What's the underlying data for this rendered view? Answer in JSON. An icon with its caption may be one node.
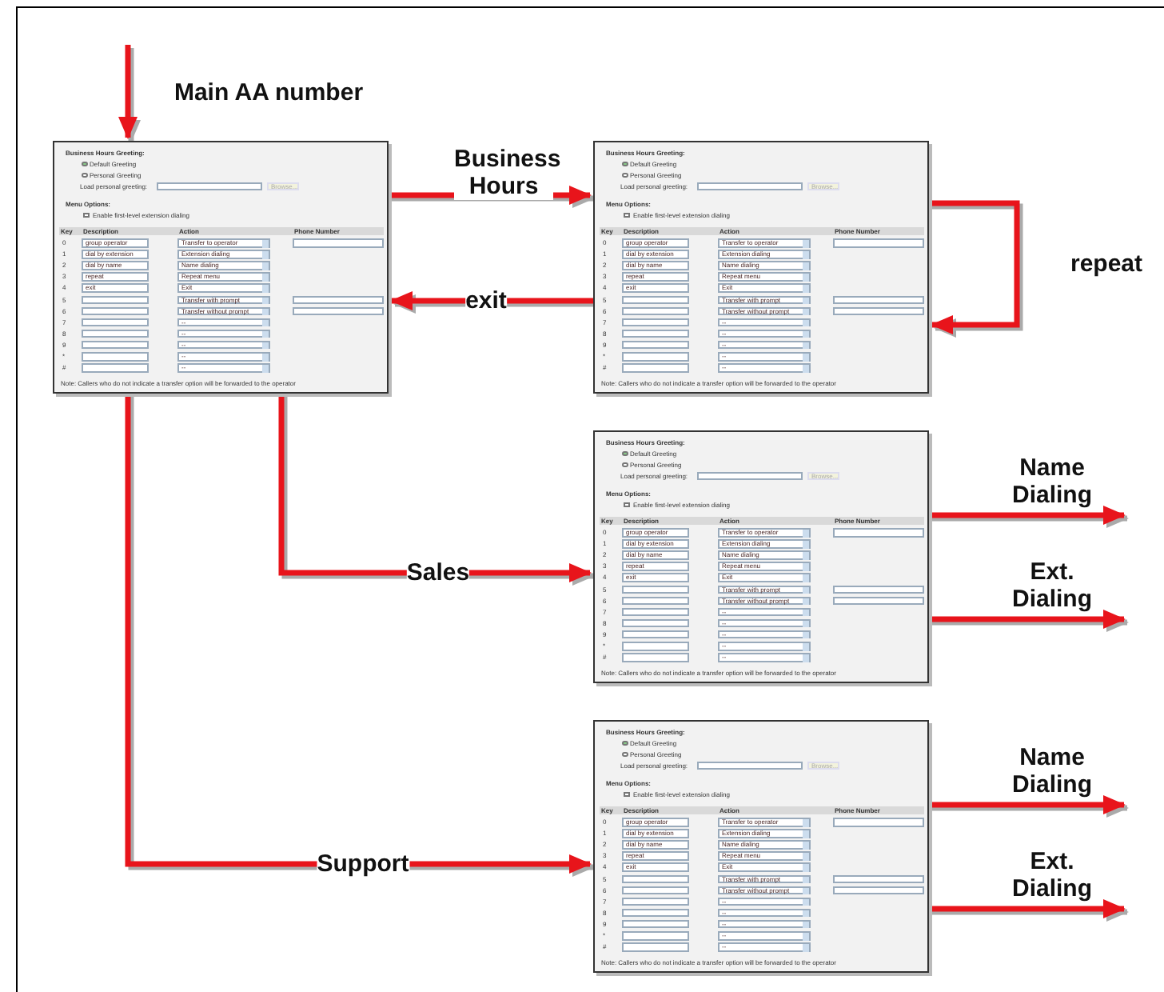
{
  "diagram": {
    "nodes": [
      {
        "text": [
          "Business Hours Greeting:",
          "Default Greeting",
          "Personal Greeting",
          "Load personal greeting:",
          "Browse...",
          "Menu Options:",
          "Enable first-level extension dialing",
          "Key",
          "Description",
          "Action",
          "Phone Number",
          "0",
          "1",
          "2",
          "3",
          "4",
          "5",
          "6",
          "7",
          "8",
          "9",
          "*",
          "#",
          "group operator",
          "dial by extension",
          "dial by name",
          "repeat",
          "exit",
          "Transfer to operator",
          "Extension dialing",
          "Name dialing",
          "Repeat menu",
          "Exit",
          "Transfer with prompt",
          "Transfer without prompt",
          "--",
          "--",
          "--",
          "--",
          "--",
          "Note: Callers who do not indicate a transfer option will be forwarded to the operator"
        ]
      },
      {
        "text": [
          "Business Hours Greeting:",
          "Default Greeting",
          "Personal Greeting",
          "Load personal greeting:",
          "Browse...",
          "Menu Options:",
          "Enable first-level extension dialing",
          "Key",
          "Description",
          "Action",
          "Phone Number",
          "0",
          "1",
          "2",
          "3",
          "4",
          "5",
          "6",
          "7",
          "8",
          "9",
          "*",
          "#",
          "group operator",
          "dial by extension",
          "dial by name",
          "repeat",
          "exit",
          "Transfer to operator",
          "Extension dialing",
          "Name dialing",
          "Repeat menu",
          "Exit",
          "Transfer with prompt",
          "Transfer without prompt",
          "--",
          "--",
          "--",
          "--",
          "--",
          "Note: Callers who do not indicate a transfer option will be forwarded to the operator"
        ]
      },
      {
        "text": [
          "Business Hours Greeting:",
          "Default Greeting",
          "Personal Greeting",
          "Load personal greeting:",
          "Browse...",
          "Menu Options:",
          "Enable first-level extension dialing",
          "Key",
          "Description",
          "Action",
          "Phone Number",
          "0",
          "1",
          "2",
          "3",
          "4",
          "5",
          "6",
          "7",
          "8",
          "9",
          "*",
          "#",
          "group operator",
          "dial by extension",
          "dial by name",
          "repeat",
          "exit",
          "Transfer to operator",
          "Extension dialing",
          "Name dialing",
          "Repeat menu",
          "Exit",
          "Transfer with prompt",
          "Transfer without prompt",
          "--",
          "--",
          "--",
          "--",
          "--",
          "Note: Callers who do not indicate a transfer option will be forwarded to the operator"
        ]
      },
      {
        "text": [
          "Business Hours Greeting:",
          "Default Greeting",
          "Personal Greeting",
          "Load personal greeting:",
          "Browse...",
          "Menu Options:",
          "Enable first-level extension dialing",
          "Key",
          "Description",
          "Action",
          "Phone Number",
          "0",
          "1",
          "2",
          "3",
          "4",
          "5",
          "6",
          "7",
          "8",
          "9",
          "*",
          "#",
          "group operator",
          "dial by extension",
          "dial by name",
          "repeat",
          "exit",
          "Transfer to operator",
          "Extension dialing",
          "Name dialing",
          "Repeat menu",
          "Exit",
          "Transfer with prompt",
          "Transfer without prompt",
          "--",
          "--",
          "--",
          "--",
          "--",
          "Note: Callers who do not indicate a transfer option will be forwarded to the operator"
        ]
      }
    ],
    "edges": [
      {
        "from": null,
        "to": 0,
        "arrow": "to",
        "label": "Main AA number"
      },
      {
        "from": 0,
        "to": 1,
        "arrow": "to",
        "label": "Business Hours"
      },
      {
        "from": 1,
        "to": 1,
        "arrow": "to",
        "label": "repeat"
      },
      {
        "from": 1,
        "to": 0,
        "arrow": "to",
        "label": "exit"
      },
      {
        "from": 0,
        "to": 2,
        "arrow": "to",
        "label": "Sales"
      },
      {
        "from": 0,
        "to": 3,
        "arrow": "to",
        "label": "Support"
      },
      {
        "from": 2,
        "to": null,
        "arrow": "to",
        "label": "Name Dialing"
      },
      {
        "from": 2,
        "to": null,
        "arrow": "to",
        "label": "Ext. Dialing"
      },
      {
        "from": 3,
        "to": null,
        "arrow": "to",
        "label": "Name Dialing"
      },
      {
        "from": 3,
        "to": null,
        "arrow": "to",
        "label": "Ext. Dialing"
      }
    ]
  }
}
